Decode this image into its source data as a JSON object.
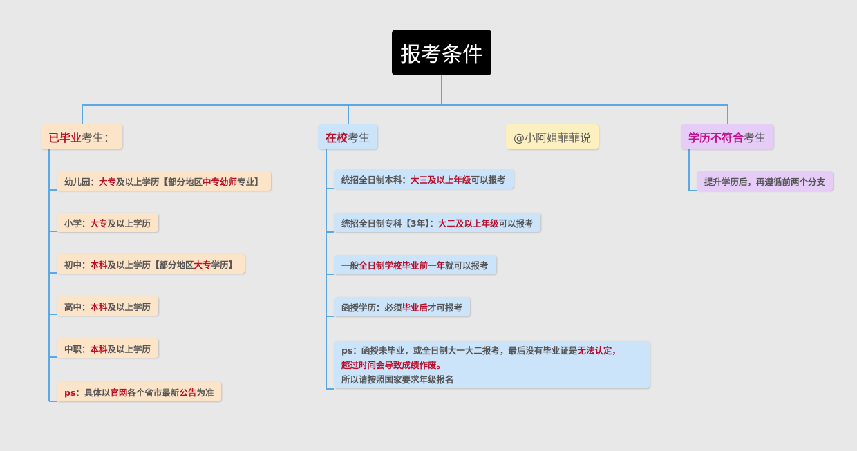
{
  "root": {
    "title": "报考条件"
  },
  "branches": {
    "graduated": {
      "title": [
        {
          "t": "已毕业",
          "hl": true
        },
        {
          "t": "考生：",
          "hl": false
        }
      ],
      "items": [
        [
          {
            "t": "幼儿园：",
            "hl": false
          },
          {
            "t": "大专",
            "hl": true
          },
          {
            "t": "及以上学历【部分地区",
            "hl": false
          },
          {
            "t": "中专幼师",
            "hl": true
          },
          {
            "t": "专业】",
            "hl": false
          }
        ],
        [
          {
            "t": "小学：",
            "hl": false
          },
          {
            "t": "大专",
            "hl": true
          },
          {
            "t": "及以上学历",
            "hl": false
          }
        ],
        [
          {
            "t": "初中：",
            "hl": false
          },
          {
            "t": "本科",
            "hl": true
          },
          {
            "t": "及以上学历【部分地区",
            "hl": false
          },
          {
            "t": "大专",
            "hl": true
          },
          {
            "t": "学历】",
            "hl": false
          }
        ],
        [
          {
            "t": "高中：",
            "hl": false
          },
          {
            "t": "本科",
            "hl": true
          },
          {
            "t": "及以上学历",
            "hl": false
          }
        ],
        [
          {
            "t": "中职：",
            "hl": false
          },
          {
            "t": "本科",
            "hl": true
          },
          {
            "t": "及以上学历",
            "hl": false
          }
        ],
        [
          {
            "t": "ps",
            "hl": true
          },
          {
            "t": "：具体以",
            "hl": false
          },
          {
            "t": "官网",
            "hl": true
          },
          {
            "t": "各个省市最新",
            "hl": false
          },
          {
            "t": "公告",
            "hl": true
          },
          {
            "t": "为准",
            "hl": false
          }
        ]
      ]
    },
    "inschool": {
      "title": [
        {
          "t": "在校",
          "hl": true
        },
        {
          "t": "考生",
          "hl": false
        }
      ],
      "items": [
        [
          {
            "t": "统招全日制本科：",
            "hl": false
          },
          {
            "t": "大三及以上年级",
            "hl": true
          },
          {
            "t": "可以报考",
            "hl": false
          }
        ],
        [
          {
            "t": "统招全日制专科【3年】：",
            "hl": false
          },
          {
            "t": "大二及以上年级",
            "hl": true
          },
          {
            "t": "可以报考",
            "hl": false
          }
        ],
        [
          {
            "t": "一般",
            "hl": false
          },
          {
            "t": "全日制学校毕业前一年",
            "hl": true
          },
          {
            "t": "就可以报考",
            "hl": false
          }
        ],
        [
          {
            "t": "函授学历：必须",
            "hl": false
          },
          {
            "t": "毕业后",
            "hl": true
          },
          {
            "t": "才可报考",
            "hl": false
          }
        ]
      ],
      "ps_lines": [
        [
          {
            "t": "ps：函授未毕业，或全日制大一大二报考，最后没有毕业证是",
            "hl": false
          },
          {
            "t": "无法认定，",
            "hl": true
          }
        ],
        [
          {
            "t": "超过时间会导致成绩作废。",
            "hl": true
          }
        ],
        [
          {
            "t": "所以请按照国家要求年级报名",
            "hl": false
          }
        ]
      ]
    },
    "watermark": {
      "title": [
        {
          "t": "@小阿姐菲菲说",
          "hl": false
        }
      ]
    },
    "unqualified": {
      "title": [
        {
          "t": "学历不符合",
          "hl": true
        },
        {
          "t": "考生",
          "hl": false
        }
      ],
      "items": [
        [
          {
            "t": "提升学历后，再遵循前两个分支",
            "hl": false
          }
        ]
      ]
    }
  },
  "colors": {
    "line": "#5aa9e6",
    "highlight": "#b8102a",
    "highlight_purple": "#c0148c",
    "text": "#555555",
    "orange_fill": "#fce4c8",
    "blue_fill": "#cce4fa",
    "yellow_fill": "#fcefc0",
    "purple_fill": "#e6cdf7"
  }
}
